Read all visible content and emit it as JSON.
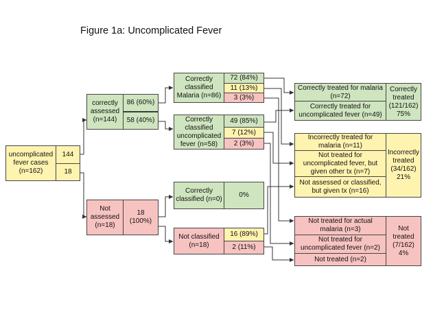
{
  "title": "Figure 1a: Uncomplicated Fever",
  "root": {
    "label": "uncomplicated fever cases (n=162)",
    "top_value": "144",
    "bottom_value": "18"
  },
  "assessed": {
    "label": "correctly assessed (n=144)",
    "top_value": "86 (60%)",
    "bottom_value": "58 (40%)"
  },
  "not_assessed": {
    "label": "Not assessed (n=18)",
    "value": "18 (100%)"
  },
  "classified_malaria": {
    "label": "Correctly classified Malaria (n=86)",
    "values": [
      "72 (84%)",
      "11 (13%)",
      "3 (3%)"
    ]
  },
  "classified_fever": {
    "label": "Correctly classified uncomplicated fever (n=58)",
    "values": [
      "49 (85%)",
      "7 (12%)",
      "2 (3%)"
    ]
  },
  "classified_zero": {
    "label": "Correctly classified (n=0)",
    "value": "0%"
  },
  "not_classified": {
    "label": "Not classified (n=18)",
    "values": [
      "16 (89%)",
      "2 (11%)"
    ]
  },
  "outcomes": {
    "correct": {
      "rows": [
        "Correctly treated for malaria (n=72)",
        "Correctly treated for uncomplicated fever (n=49)"
      ],
      "summary": "Correctly treated (121/162) 75%"
    },
    "incorrect": {
      "rows": [
        "Incorrectly treated for malaria (n=11)",
        "Not treated for uncomplicated fever, but given other tx (n=7)",
        "Not assessed or classified, but given tx (n=16)"
      ],
      "summary": "Incorrectly treated (34/162) 21%"
    },
    "not_treated": {
      "rows": [
        "Not treated for actual malaria (n=3)",
        "Not treated for uncomplicated fever (n=2)",
        "Not treated (n=2)"
      ],
      "summary": "Not treated (7/162) 4%"
    }
  },
  "colors": {
    "green": "#cfe5bf",
    "yellow": "#fff3b0",
    "red": "#f7c3c1",
    "line": "#333333"
  }
}
